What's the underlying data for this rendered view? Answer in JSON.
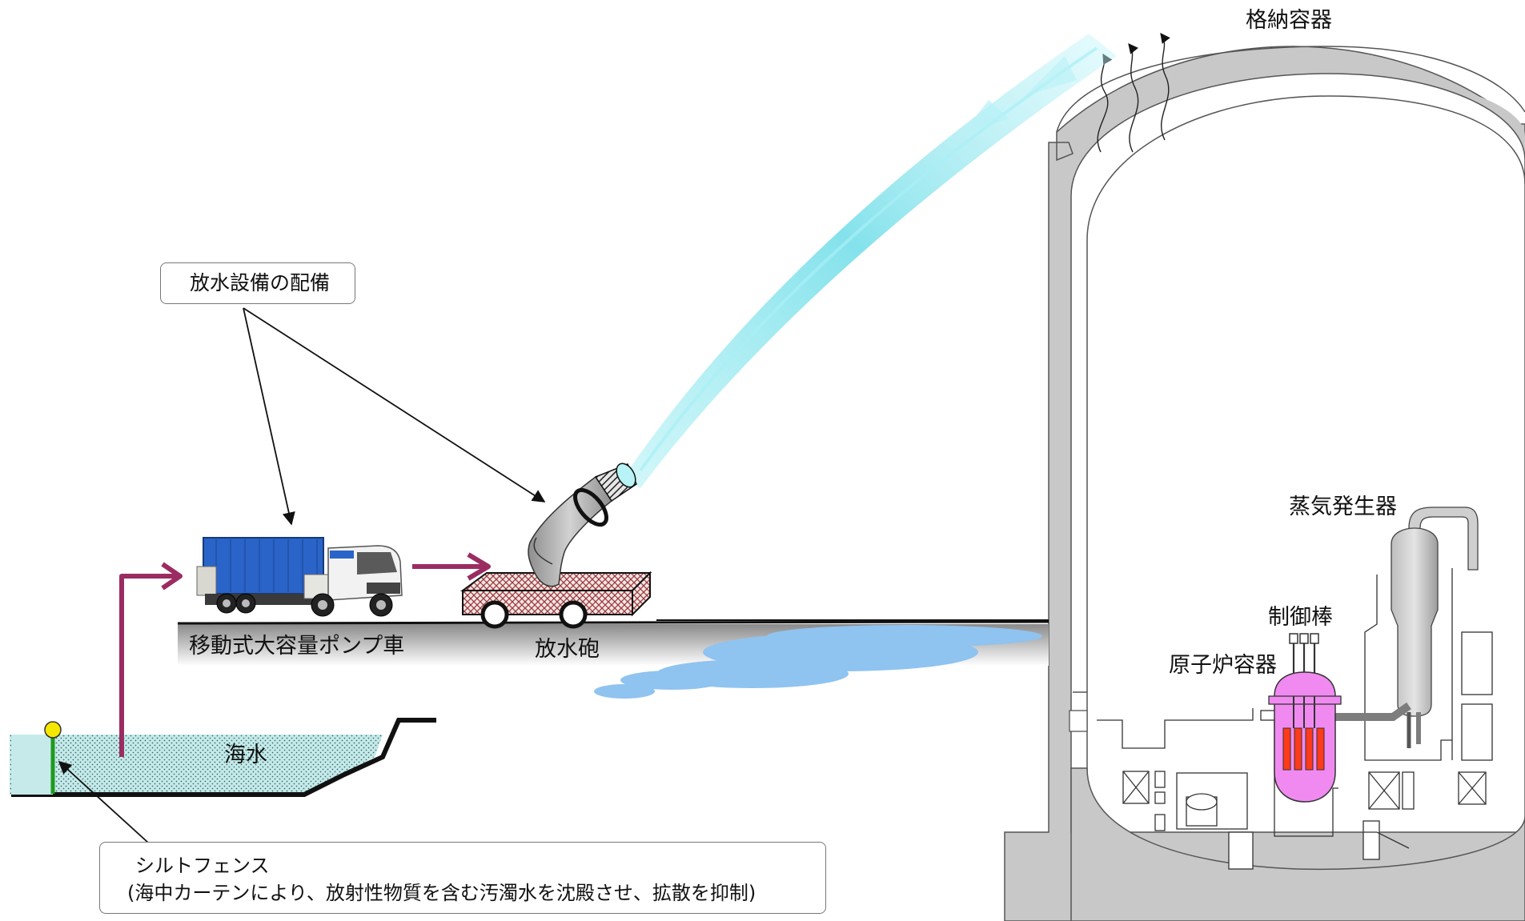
{
  "labels": {
    "containment": "格納容器",
    "equipment_deploy": "放水設備の配備",
    "steam_generator": "蒸気発生器",
    "control_rod": "制御棒",
    "reactor_vessel": "原子炉容器",
    "pump_truck": "移動式大容量ポンプ車",
    "cannon": "放水砲",
    "seawater": "海水",
    "silt_fence_title": "シルトフェンス",
    "silt_fence_desc": "(海中カーテンにより、放射性物質を含む汚濁水を沈殿させ、拡散を抑制)"
  },
  "colors": {
    "flow_arrow": "#9b2c62",
    "water_spray": "#7fe3ee",
    "puddle": "#8fc3f0",
    "sea": "#c6eaea",
    "containment_wall": "#c8c8c8",
    "reactor_vessel": "#f08af0",
    "fuel_rods": "#ff3a1a",
    "truck_cargo": "#2a64c8",
    "float_buoy": "#f4e800",
    "fence": "#1e9a1e"
  }
}
